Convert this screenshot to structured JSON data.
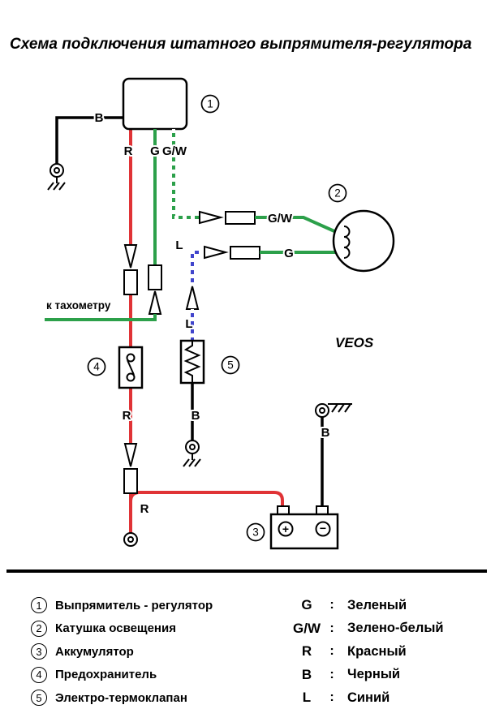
{
  "title": "Схема подключения штатного выпрямителя-регулятора",
  "colors": {
    "wire_red": "#e03336",
    "wire_green": "#2ca04a",
    "wire_blue": "#4145cc",
    "wire_black": "#000000"
  },
  "diagram": {
    "wire_labels": {
      "b_regulator": "B",
      "r_top": "R",
      "g_top": "G",
      "gw_top": "G/W",
      "gw_coil": "G/W",
      "g_coil": "G",
      "l_junction": "L",
      "l_valve": "L",
      "r_mid": "R",
      "r_battery": "R",
      "b_valve": "B",
      "b_battery": "B"
    },
    "annotations": {
      "tachometer": "к тахометру",
      "veos": "VEOS"
    },
    "battery": {
      "plus": "+",
      "minus": "−"
    }
  },
  "legend": {
    "components": [
      {
        "num": "1",
        "label": "Выпрямитель - регулятор"
      },
      {
        "num": "2",
        "label": "Катушка освещения"
      },
      {
        "num": "3",
        "label": "Аккумулятор"
      },
      {
        "num": "4",
        "label": "Предохранитель"
      },
      {
        "num": "5",
        "label": "Электро-термоклапан"
      }
    ],
    "colon": ":",
    "wire_colors": [
      {
        "code": "G",
        "name": "Зеленый"
      },
      {
        "code": "G/W",
        "name": "Зелено-белый"
      },
      {
        "code": "R",
        "name": "Красный"
      },
      {
        "code": "B",
        "name": "Черный"
      },
      {
        "code": "L",
        "name": "Синий"
      }
    ]
  }
}
